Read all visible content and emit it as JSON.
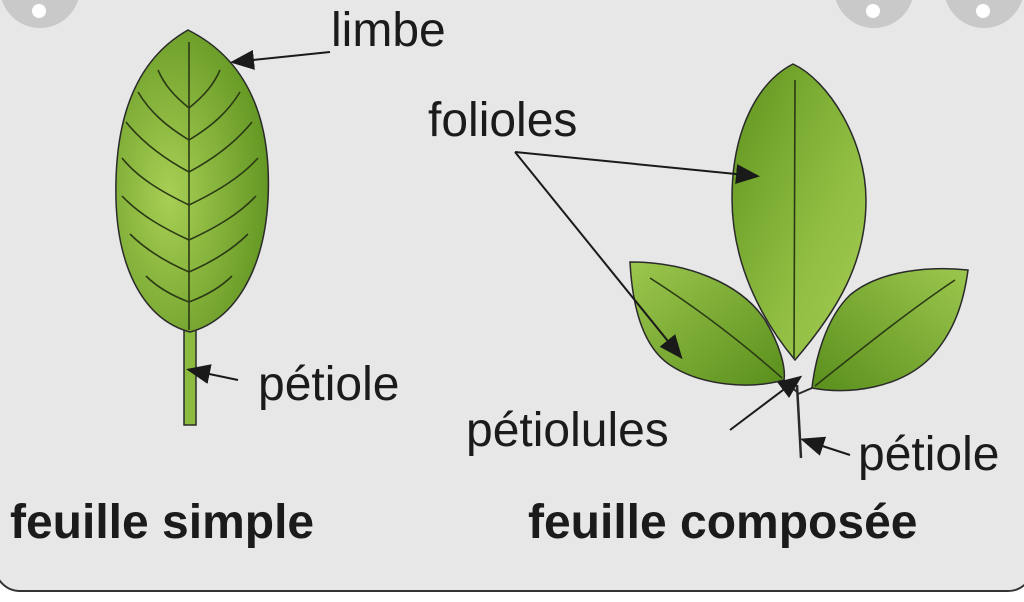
{
  "labels": {
    "limbe": "limbe",
    "folioles": "folioles",
    "petiole_simple": "pétiole",
    "petiolules": "pétiolules",
    "petiole_compose": "pétiole"
  },
  "titles": {
    "simple": "feuille simple",
    "compose": "feuille composée"
  },
  "colors": {
    "leaf_dark": "#5a8f1c",
    "leaf_light": "#a8cf55",
    "background": "#e7e7e7",
    "line": "#1a1a1a"
  },
  "overlay_icons": [
    "share-icon",
    "close-icon"
  ]
}
